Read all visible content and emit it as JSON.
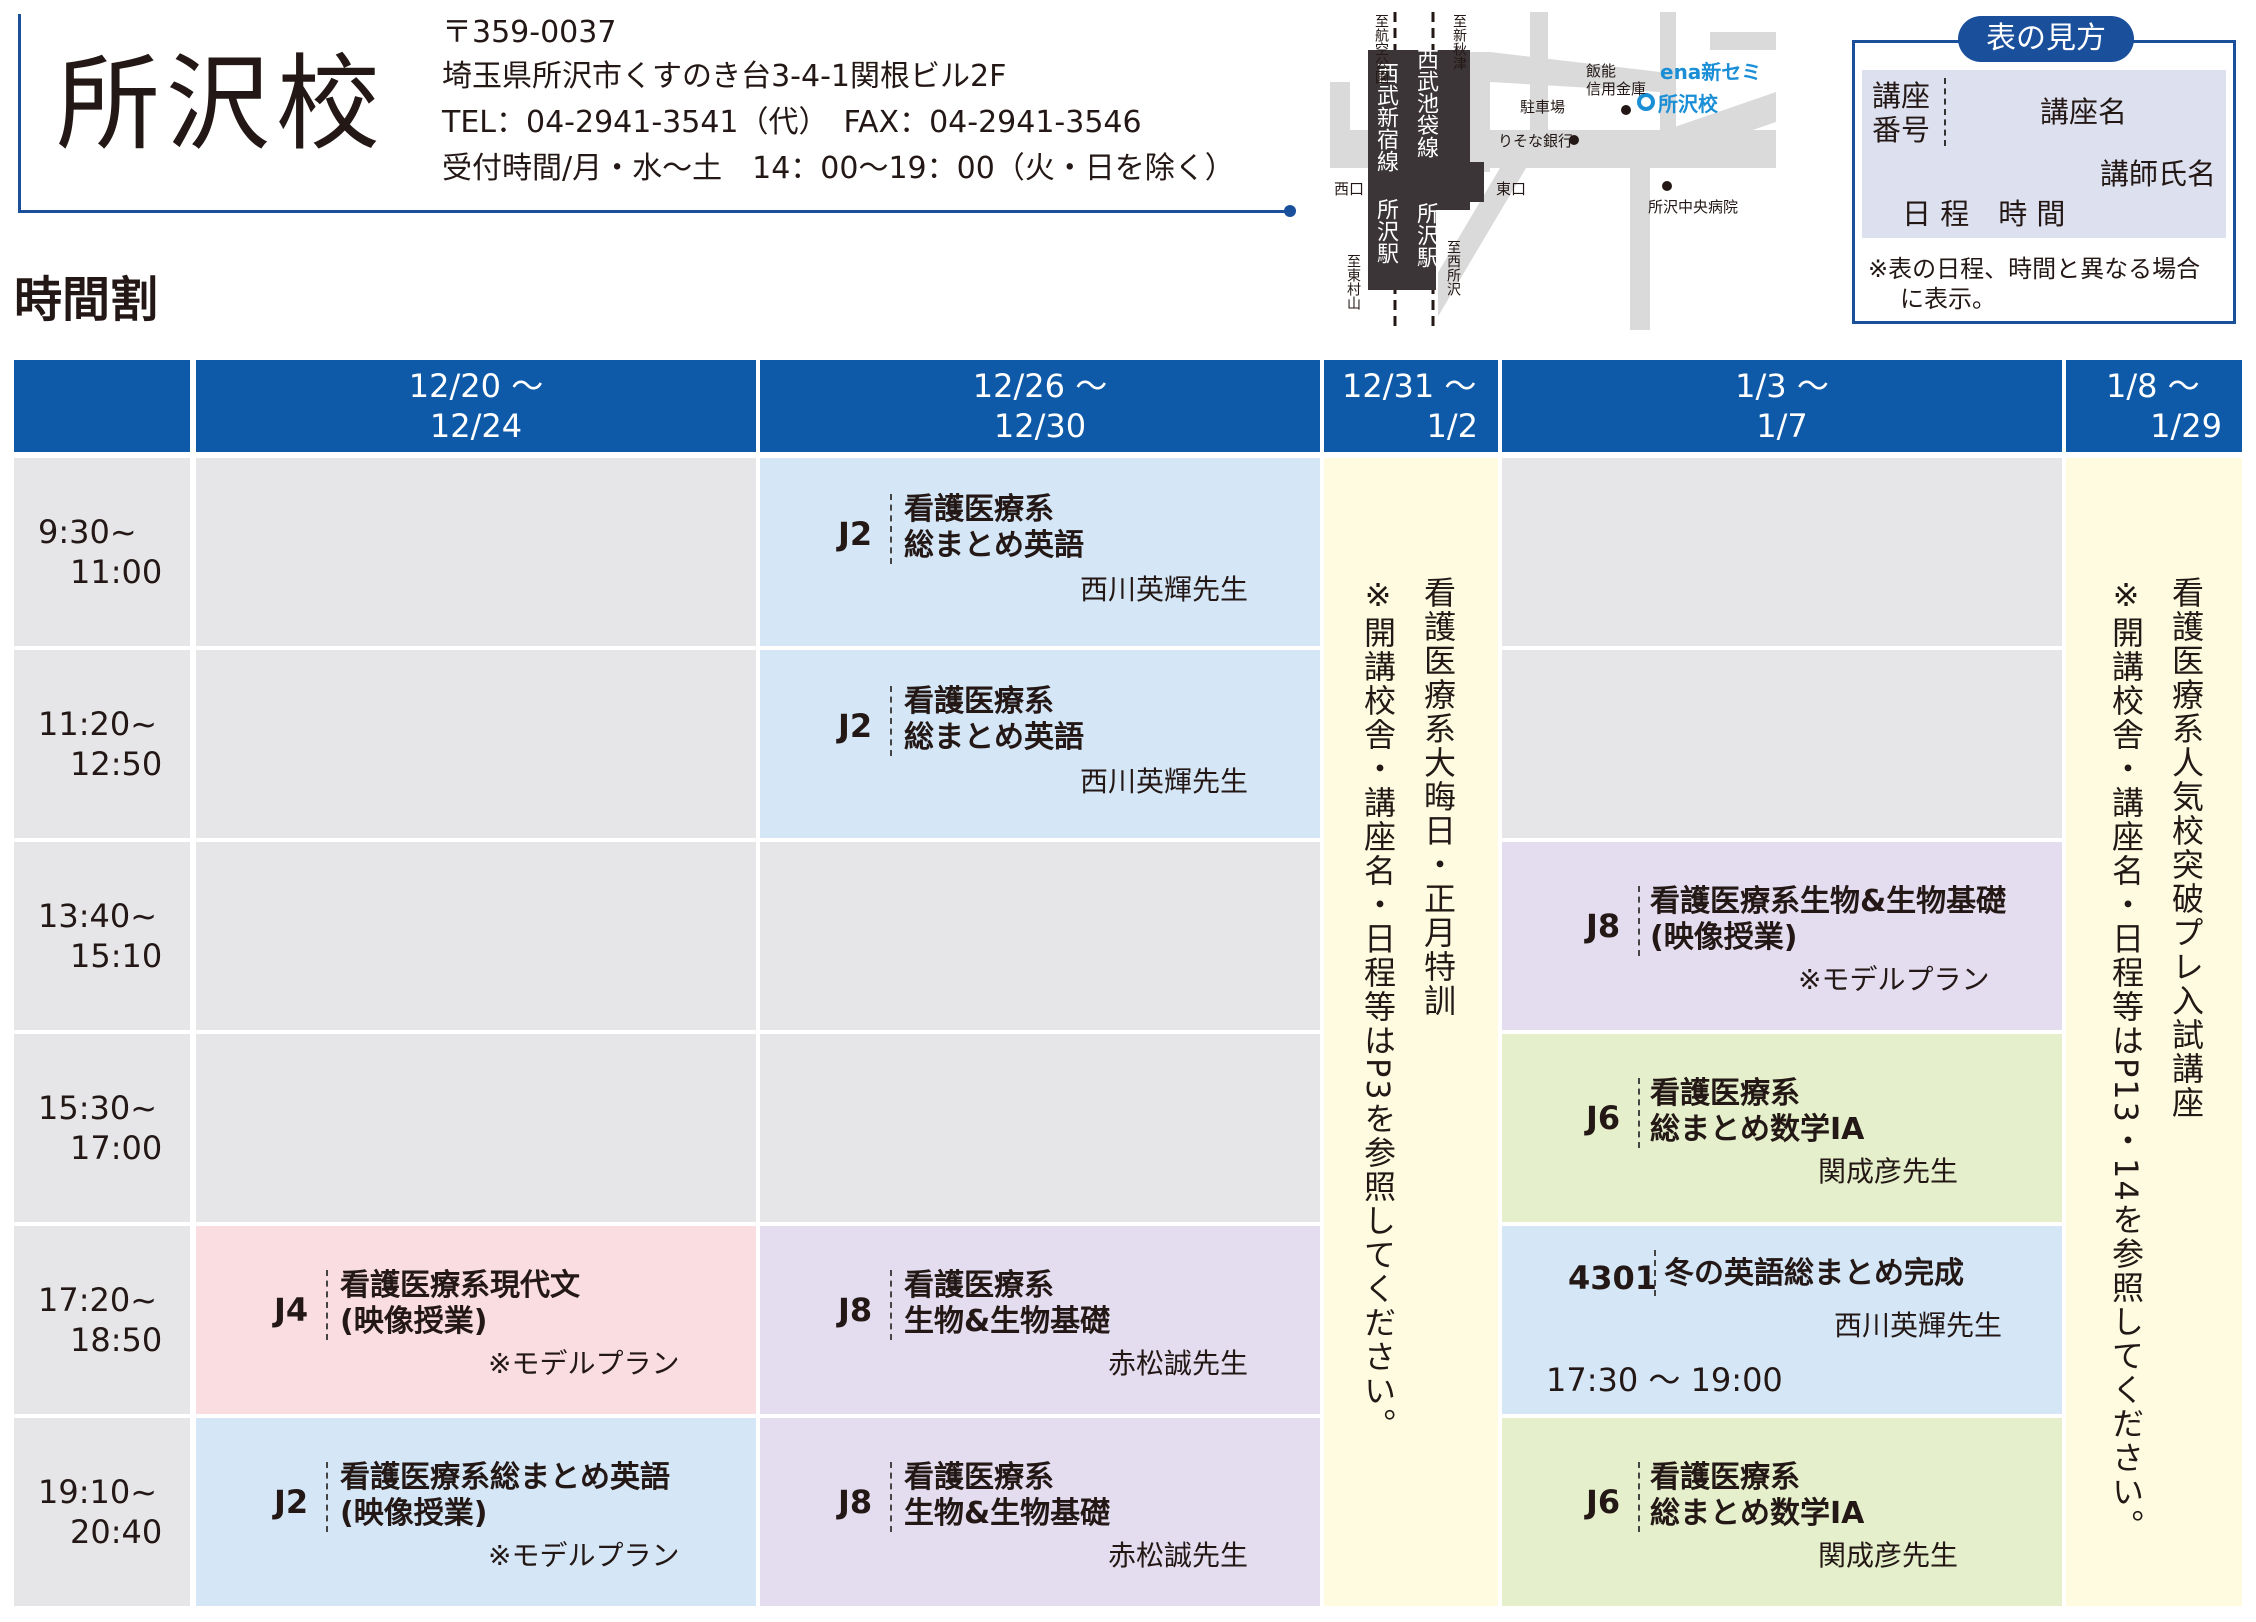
{
  "school": {
    "name": "所沢校",
    "postal": "〒359-0037",
    "address": "埼玉県所沢市くすのき台3-4-1関根ビル2F",
    "tel": "TEL：04-2941-3541（代）　FAX：04-2941-3546",
    "hours": "受付時間/月・水～土　14：00～19：00（火・日を除く）"
  },
  "section_title": "時間割",
  "legend": {
    "tag": "表の見方",
    "num_1": "講座",
    "num_2": "番号",
    "course": "講座名",
    "teacher": "講師氏名",
    "schedule": "日 程　時 間",
    "note_1": "※表の日程、時間と異なる場合",
    "note_2": "に表示。"
  },
  "map": {
    "line1": "西武池袋線",
    "line2": "西武新宿線",
    "station1": "所沢駅",
    "station2": "所沢駅",
    "to_koku": "至航空公園",
    "to_akitsu": "至新秋津",
    "to_higashimurayama": "至東村山",
    "to_nishitokorozawa": "至西所沢",
    "west_exit": "西口",
    "east_exit": "東口",
    "parking": "駐車場",
    "hanno_1": "飯能",
    "hanno_2": "信用金庫",
    "resona": "りそな銀行",
    "hospital": "所沢中央病院",
    "ena_1": "ena新セミ",
    "ena_2": "所沢校"
  },
  "table": {
    "columns": [
      {
        "l1": "12/20 ～",
        "l2": "12/24"
      },
      {
        "l1": "12/26 ～",
        "l2": "12/30"
      },
      {
        "l1": "12/31 ～",
        "l2": "1/2"
      },
      {
        "l1": "1/3 ～",
        "l2": "1/7"
      },
      {
        "l1": "1/8 ～",
        "l2": "1/29"
      }
    ],
    "times": [
      {
        "start": "9:30~",
        "end": "11:00"
      },
      {
        "start": "11:20~",
        "end": "12:50"
      },
      {
        "start": "13:40~",
        "end": "15:10"
      },
      {
        "start": "15:30~",
        "end": "17:00"
      },
      {
        "start": "17:20~",
        "end": "18:50"
      },
      {
        "start": "19:10~",
        "end": "20:40"
      }
    ],
    "cells": {
      "c2r1": {
        "num": "J2",
        "course_1": "看護医療系",
        "course_2": "総まとめ英語",
        "teacher": "西川英輝先生"
      },
      "c2r2": {
        "num": "J2",
        "course_1": "看護医療系",
        "course_2": "総まとめ英語",
        "teacher": "西川英輝先生"
      },
      "c4r3": {
        "num": "J8",
        "course_1": "看護医療系生物&生物基礎",
        "course_2": "(映像授業)",
        "teacher": "※モデルプラン"
      },
      "c4r4": {
        "num": "J6",
        "course_1": "看護医療系",
        "course_2": "総まとめ数学ⅠA",
        "teacher": "関成彦先生"
      },
      "c1r5": {
        "num": "J4",
        "course_1": "看護医療系現代文",
        "course_2": "(映像授業)",
        "teacher": "※モデルプラン"
      },
      "c2r5": {
        "num": "J8",
        "course_1": "看護医療系",
        "course_2": "生物&生物基礎",
        "teacher": "赤松誠先生"
      },
      "c4r5": {
        "num": "4301",
        "course_1": "冬の英語総まとめ完成",
        "teacher": "西川英輝先生",
        "schedule": "17:30 ～ 19:00"
      },
      "c1r6": {
        "num": "J2",
        "course_1": "看護医療系総まとめ英語",
        "course_2": "(映像授業)",
        "teacher": "※モデルプラン"
      },
      "c2r6": {
        "num": "J8",
        "course_1": "看護医療系",
        "course_2": "生物&生物基礎",
        "teacher": "赤松誠先生"
      },
      "c4r6": {
        "num": "J6",
        "course_1": "看護医療系",
        "course_2": "総まとめ数学ⅠA",
        "teacher": "関成彦先生"
      }
    },
    "special_col3": {
      "title": "看護医療系大晦日・正月特訓",
      "note": "※開講校舎・講座名・日程等はP3を参照してください。"
    },
    "special_col5": {
      "title": "看護医療系人気校突破プレ入試講座",
      "note": "※開講校舎・講座名・日程等はP13・14を参照してください。"
    }
  },
  "colors": {
    "header_blue": "#0e5aa8",
    "grey": "#e6e6e8",
    "blue": "#d5e6f6",
    "purple": "#e4ddef",
    "pink": "#f9dde1",
    "green": "#e5efcb",
    "yellow": "#fefbe1"
  }
}
